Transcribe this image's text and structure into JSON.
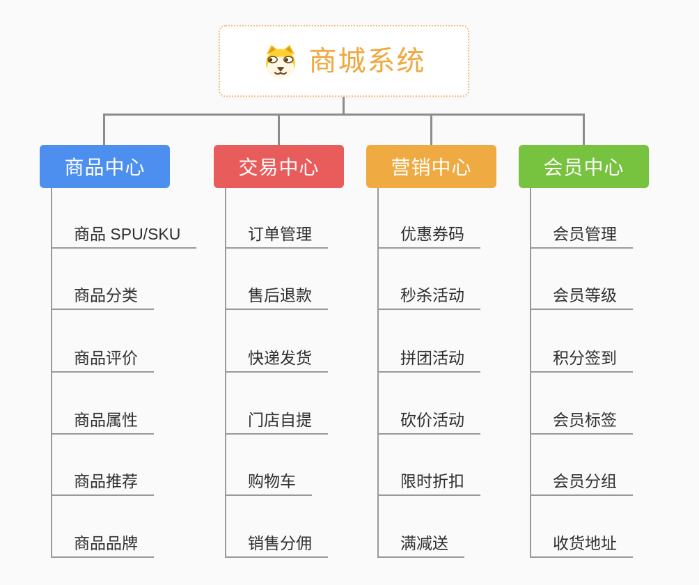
{
  "root": {
    "title": "商城系统",
    "icon": "shiba-dog-icon"
  },
  "branches": [
    {
      "label": "商品中心",
      "color": "#4D8FEF",
      "items": [
        "商品 SPU/SKU",
        "商品分类",
        "商品评价",
        "商品属性",
        "商品推荐",
        "商品品牌"
      ]
    },
    {
      "label": "交易中心",
      "color": "#E85C5C",
      "items": [
        "订单管理",
        "售后退款",
        "快递发货",
        "门店自提",
        "购物车",
        "销售分佣"
      ]
    },
    {
      "label": "营销中心",
      "color": "#EFAB41",
      "items": [
        "优惠券码",
        "秒杀活动",
        "拼团活动",
        "砍价活动",
        "限时折扣",
        "满减送"
      ]
    },
    {
      "label": "会员中心",
      "color": "#77C23E",
      "items": [
        "会员管理",
        "会员等级",
        "积分签到",
        "会员标签",
        "会员分组",
        "收货地址"
      ]
    }
  ],
  "palette": {
    "background": "#fafafa",
    "connector_line": "#8c8c8c",
    "leaf_line": "#999999",
    "leaf_text": "#2f2f2f",
    "root_title": "#F0A73E",
    "root_border": "#F3BF7F"
  }
}
